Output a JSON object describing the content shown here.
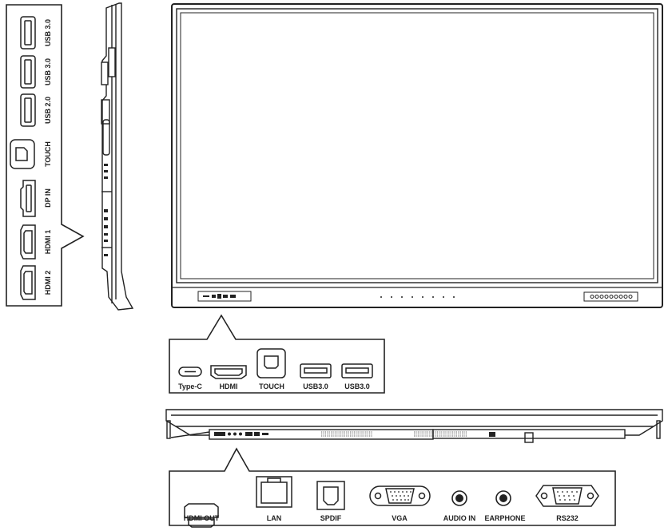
{
  "side_panel": {
    "ports": [
      "USB 3.0",
      "USB 3.0",
      "USB 2.0",
      "TOUCH",
      "DP IN",
      "HDMI 1",
      "HDMI 2"
    ]
  },
  "front_panel": {
    "ports": [
      "Type-C",
      "HDMI",
      "TOUCH",
      "USB3.0",
      "USB3.0"
    ]
  },
  "bottom_panel": {
    "ports": [
      "HDMI OUT",
      "LAN",
      "SPDIF",
      "VGA",
      "AUDIO IN",
      "EARPHONE",
      "RS232"
    ]
  },
  "colors": {
    "line": "#222222",
    "background": "#ffffff"
  }
}
